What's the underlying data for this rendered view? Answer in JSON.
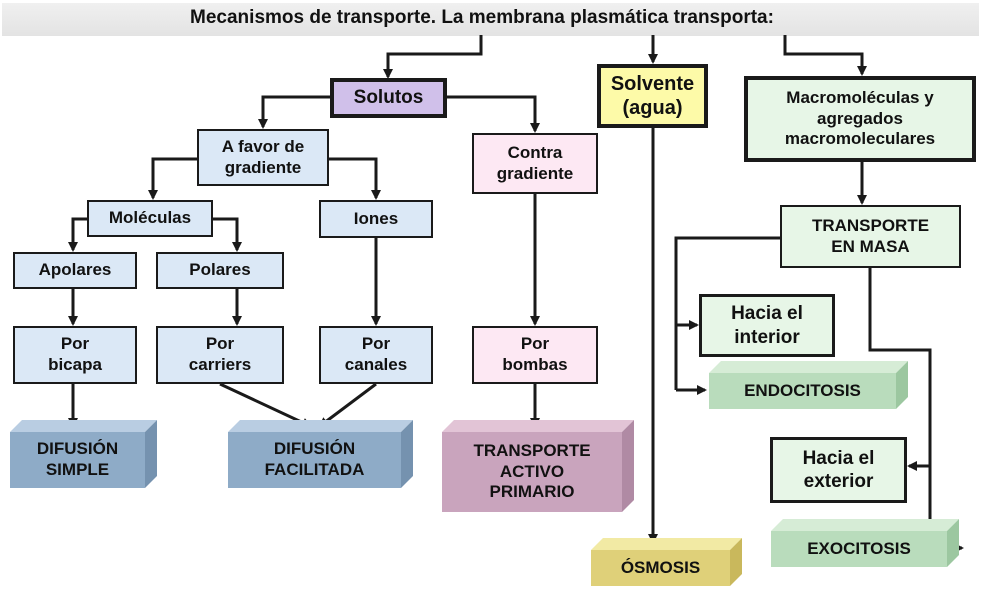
{
  "title": "Mecanismos de transporte. La membrana plasmática transporta:",
  "nodes": {
    "solutos": "Solutos",
    "solvente": "Solvente\n(agua)",
    "macromoleculas": "Macromoléculas y\nagregados\nmacromoleculares",
    "a_favor_gradiente": "A favor de\ngradiente",
    "contra_gradiente": "Contra\ngradiente",
    "moleculas": "Moléculas",
    "iones": "Iones",
    "apolares": "Apolares",
    "polares": "Polares",
    "por_bicapa": "Por\nbicapa",
    "por_carriers": "Por\ncarriers",
    "por_canales": "Por\ncanales",
    "por_bombas": "Por\nbombas",
    "transporte_en_masa": "TRANSPORTE\nEN MASA",
    "hacia_interior": "Hacia el\ninterior",
    "hacia_exterior": "Hacia el\nexterior"
  },
  "results": {
    "difusion_simple": "DIFUSIÓN\nSIMPLE",
    "difusion_facilitada": "DIFUSIÓN\nFACILITADA",
    "transporte_activo_primario": "TRANSPORTE\nACTIVO\nPRIMARIO",
    "osmosis": "ÓSMOSIS",
    "endocitosis": "ENDOCITOSIS",
    "exocitosis": "EXOCITOSIS"
  },
  "colors": {
    "blue_box": "#dbe8f6",
    "pink_box": "#fde8f3",
    "green_box": "#e7f6e7",
    "solutos_box": "#d0c0ea",
    "solvente_box": "#fdfaa8",
    "line": "#1a1a1a"
  }
}
